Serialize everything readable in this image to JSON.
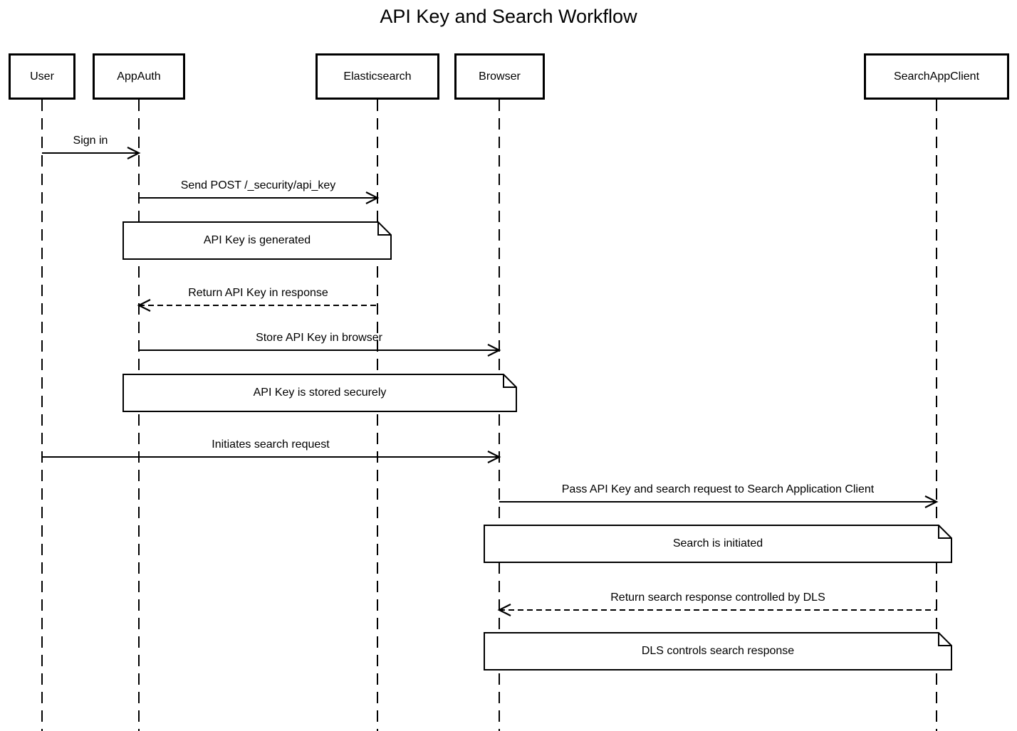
{
  "diagram": {
    "title": "API Key and Search Workflow",
    "type": "sequence-diagram"
  },
  "colors": {
    "stroke": "#000000",
    "fill": "#ffffff",
    "text": "#000000"
  },
  "participants": [
    {
      "label": "User"
    },
    {
      "label": "AppAuth"
    },
    {
      "label": "Elasticsearch"
    },
    {
      "label": "Browser"
    },
    {
      "label": "SearchAppClient"
    }
  ],
  "messages": [
    {
      "from": "User",
      "to": "AppAuth",
      "style": "solid",
      "label": "Sign in"
    },
    {
      "from": "AppAuth",
      "to": "Elasticsearch",
      "style": "solid",
      "label": "Send POST /_security/api_key"
    },
    {
      "from": "Elasticsearch",
      "to": "AppAuth",
      "style": "dashed",
      "label": "Return API Key in response"
    },
    {
      "from": "AppAuth",
      "to": "Browser",
      "style": "solid",
      "label": "Store API Key in browser"
    },
    {
      "from": "User",
      "to": "Browser",
      "style": "solid",
      "label": "Initiates search request"
    },
    {
      "from": "Browser",
      "to": "SearchAppClient",
      "style": "solid",
      "label": "Pass API Key and search request to Search Application Client"
    },
    {
      "from": "SearchAppClient",
      "to": "Browser",
      "style": "dashed",
      "label": "Return search response controlled by DLS"
    }
  ],
  "notes": [
    {
      "over": "AppAuth, Elasticsearch",
      "label": "API Key is generated"
    },
    {
      "over": "AppAuth, Browser",
      "label": "API Key is stored securely"
    },
    {
      "over": "Browser, SearchAppClient",
      "label": "Search is initiated"
    },
    {
      "over": "Browser, SearchAppClient",
      "label": "DLS controls search response"
    }
  ]
}
